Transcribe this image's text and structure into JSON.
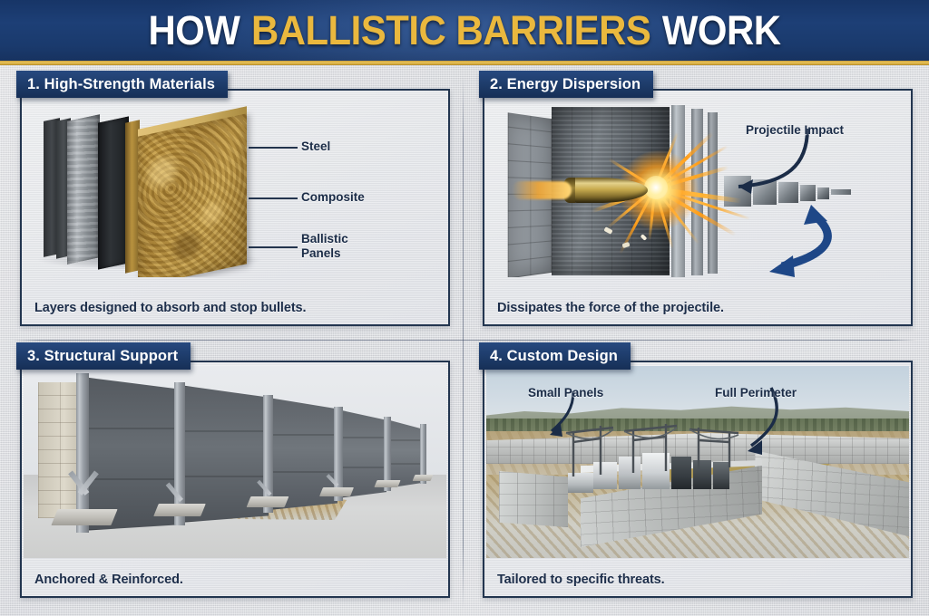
{
  "header": {
    "title_part1": "HOW",
    "title_part2": "BALLISTIC BARRIERS",
    "title_part3": "WORK",
    "accent_gold": "#eab83e",
    "background_navy": "#1d3f76"
  },
  "theme": {
    "panel_border": "#22354f",
    "tab_navy": "#1d3b69",
    "caption_color": "#1d2e4a",
    "page_background": "#d8dade"
  },
  "panels": [
    {
      "tab": "1. High-Strength Materials",
      "caption": "Layers designed to absorb and stop bullets.",
      "callouts": [
        "Steel",
        "Composite",
        "Ballistic\nPanels"
      ],
      "illustration": "exploded-view-of-stacked-armor-slabs-steel-and-gold-composite"
    },
    {
      "tab": "2. Energy Dispersion",
      "caption": "Dissipates the force of the projectile.",
      "callouts": [
        "Projectile Impact"
      ],
      "illustration": "brass-bullet-striking-steel-wall-with-orange-spark-burst-and-blue-dispersion-arrow"
    },
    {
      "tab": "3. Structural Support",
      "caption": "Anchored & Reinforced.",
      "callouts": [],
      "illustration": "gray-concrete-barrier-wall-on-steel-i-beam-posts-with-concrete-footings-in-perspective"
    },
    {
      "tab": "4. Custom Design",
      "caption": "Tailored to specific threats.",
      "callouts": [
        "Small Panels",
        "Full Perimeter"
      ],
      "illustration": "concrete-block-perimeter-wall-surrounding-electrical-substation"
    }
  ]
}
